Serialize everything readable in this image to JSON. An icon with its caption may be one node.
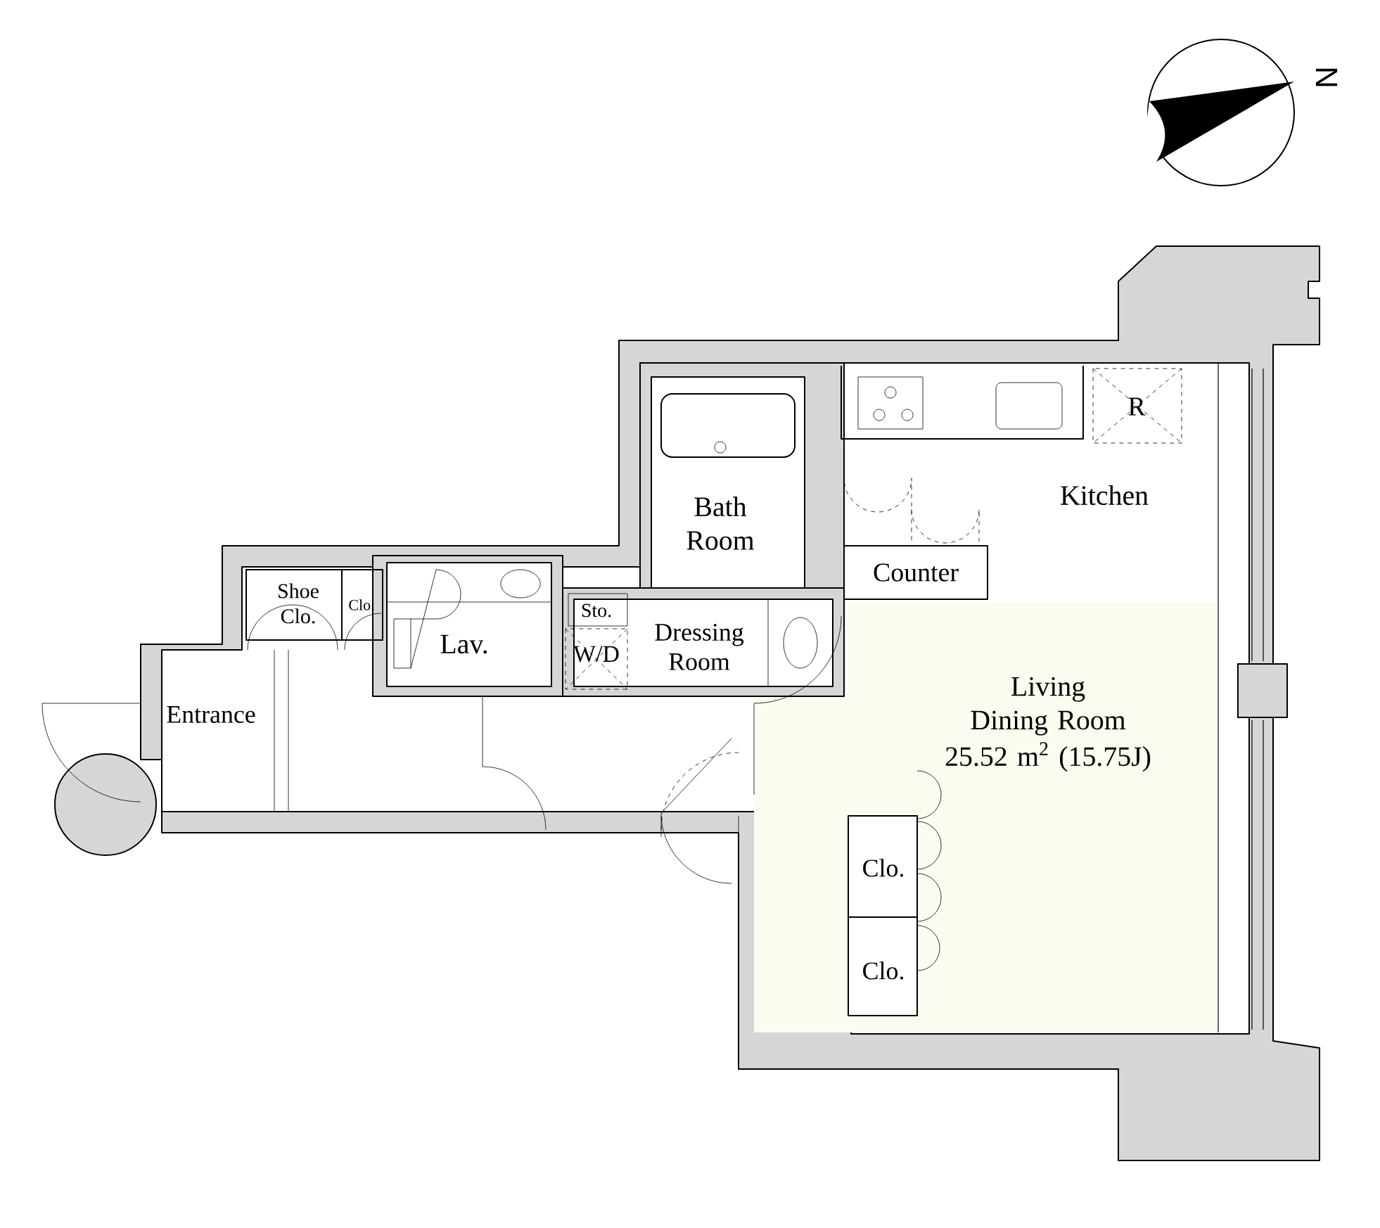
{
  "diagram": {
    "nodes": [
      {
        "text": [
          "Kitchen"
        ]
      },
      {
        "text": [
          "Living Dining Room",
          "25.52 m$^{2}$ (15.75J)"
        ]
      },
      {
        "text": [
          "Bath Room"
        ]
      },
      {
        "text": [
          "Counter"
        ]
      },
      {
        "text": [
          "R"
        ]
      },
      {
        "text": [
          "Shoe Clo."
        ]
      },
      {
        "text": [
          "Clo."
        ]
      },
      {
        "text": [
          "Lav."
        ]
      },
      {
        "text": [
          "Sto."
        ]
      },
      {
        "text": [
          "W/D"
        ]
      },
      {
        "text": [
          "Dressing Room"
        ]
      },
      {
        "text": [
          "Entrance"
        ]
      },
      {
        "text": [
          "Clo."
        ]
      },
      {
        "text": [
          "Clo."
        ]
      }
    ],
    "labels": [
      "N"
    ]
  }
}
